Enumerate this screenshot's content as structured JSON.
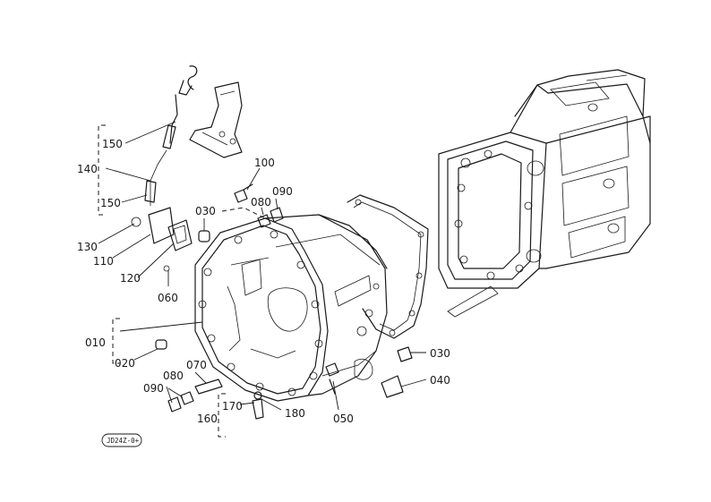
{
  "labels": {
    "p150a": "150",
    "p140": "140",
    "p150b": "150",
    "p130": "130",
    "p110": "110",
    "p120": "120",
    "p030a": "030",
    "p100": "100",
    "p090a": "090",
    "p080a": "080",
    "p060": "060",
    "p010": "010",
    "p020": "020",
    "p080b": "080",
    "p070": "070",
    "p090b": "090",
    "p170": "170",
    "p160": "160",
    "p180": "180",
    "p050": "050",
    "p030b": "030",
    "p040": "040"
  },
  "reference_code": "JD24Z-0+"
}
